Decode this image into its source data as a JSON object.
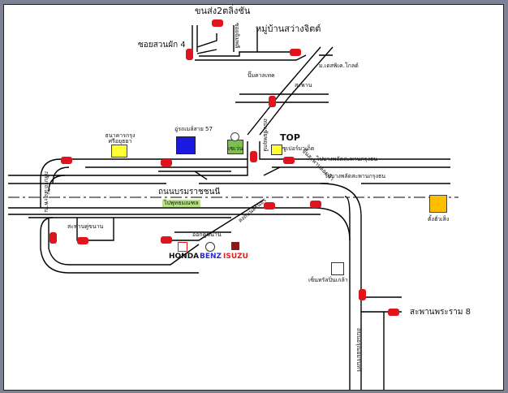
{
  "map": {
    "title": "ขนส่ง2ตลิ่งชัน",
    "places": {
      "village": "หมู่บ้านสว่างจิตต์",
      "soi_suan_phak": "ซอยสวนผัก 4",
      "soi_chimplee": "ซอยฉิมพลี",
      "gas_station": "ปั๊มคาลเทค",
      "condo": "ม.เดสพิเค.โกลด์",
      "bridge_top": "สะพาน",
      "bank": "ธนาคารกรุงศรีอยุธยา",
      "garage": "อู่รถเมล์สาย 57",
      "tesco": "เซเว่น",
      "road_chakpong": "ถนนชัยพฤกษ์",
      "top_label": "TOP",
      "top_market": "ซูเปอร์มาเก็ต",
      "to_rama_bridge_1": "ไปบางพลัดสะพานกรุงธน",
      "to_rama_bridge_2": "ไปบางพลัดสะพานกรุงธน",
      "ramp_label": "ขึ้นสะพานลอยฟ้า",
      "ramp_label2": "ไปสะพาน",
      "main_road": "ถนนบรมราชชนนี",
      "to_phutthamonthon": "ไปพุทธมณฑล",
      "u_turn_road": "กลับรถใต้สะพาน",
      "u_turn_bridge": "สะพานคู่ขนาน",
      "parallel_road": "ออกคู่ขนาน",
      "sirindhorn_road": "ลงถนนสิรินธร",
      "dealer_honda": "HONDA",
      "dealer_benz": "BENZ",
      "dealer_isuzu": "ISUZU",
      "central": "เซ็นทรัลปิ่นเกล้า",
      "orange_shop": "ตั้งฮั่วเส็ง",
      "rama8_bridge": "สะพานพระราม 8",
      "arun_road": "ถนนอรุณอมรินทร์"
    },
    "colors": {
      "road": "#000000",
      "car_body": "#e0141c",
      "car_window": "#2a2ad0",
      "bank_yellow": "#ffff33",
      "garage_blue": "#1a1ae0",
      "tesco_green": "#7dc050",
      "orange_shop": "#ffbf00",
      "sign_green": "#b8e08a",
      "honda": "#e02020",
      "benz": "#2a2ad0",
      "isuzu": "#e02020"
    }
  }
}
